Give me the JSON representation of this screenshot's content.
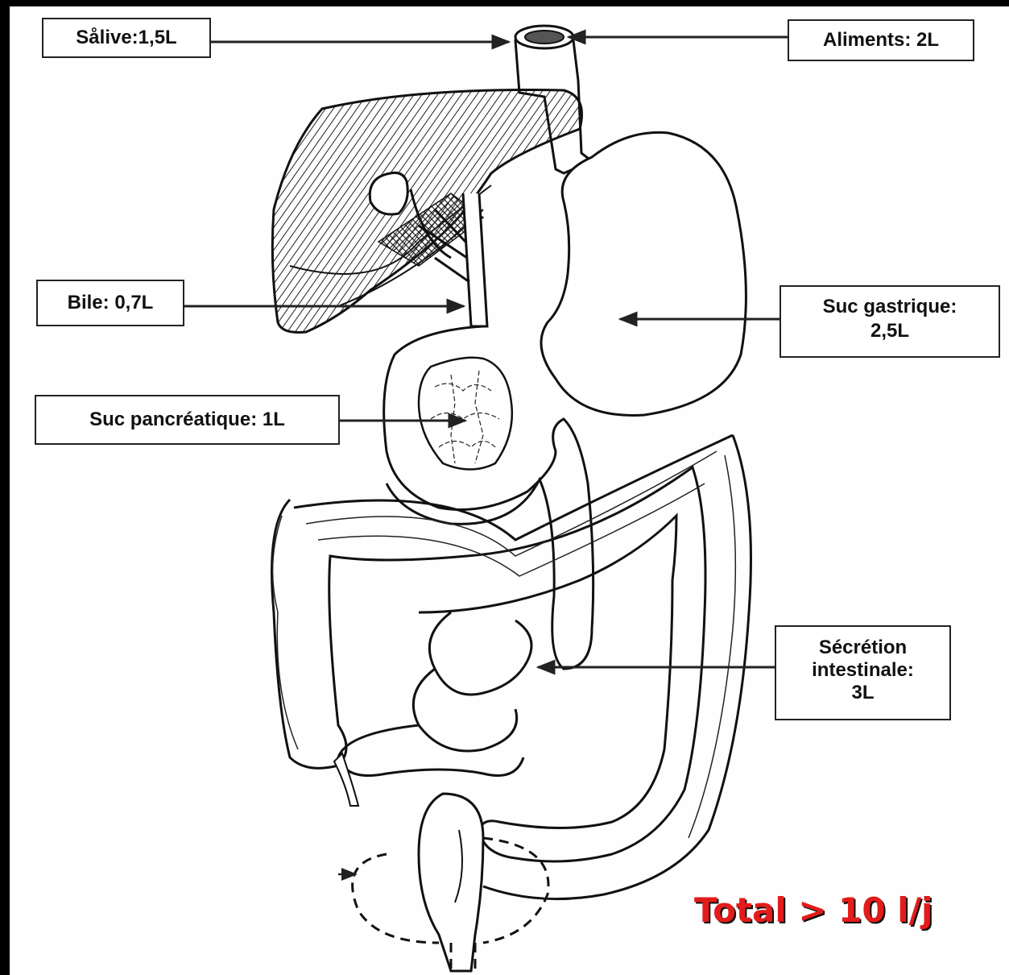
{
  "labels": {
    "salive": "Sålive:1,5L",
    "aliments": "Aliments: 2L",
    "bile": "Bile: 0,7L",
    "suc_gastrique_line1": "Suc gastrique:",
    "suc_gastrique_line2": "2,5L",
    "suc_pancreatique": "Suc pancréatique: 1L",
    "secretion_line1": "Sécrétion",
    "secretion_line2": "intestinale:",
    "secretion_line3": "3L",
    "total": "Total > 10 l/j"
  },
  "colors": {
    "background_frame": "#000000",
    "paper": "#fefefe",
    "ink": "#111111",
    "total_text": "#e31b1b"
  }
}
